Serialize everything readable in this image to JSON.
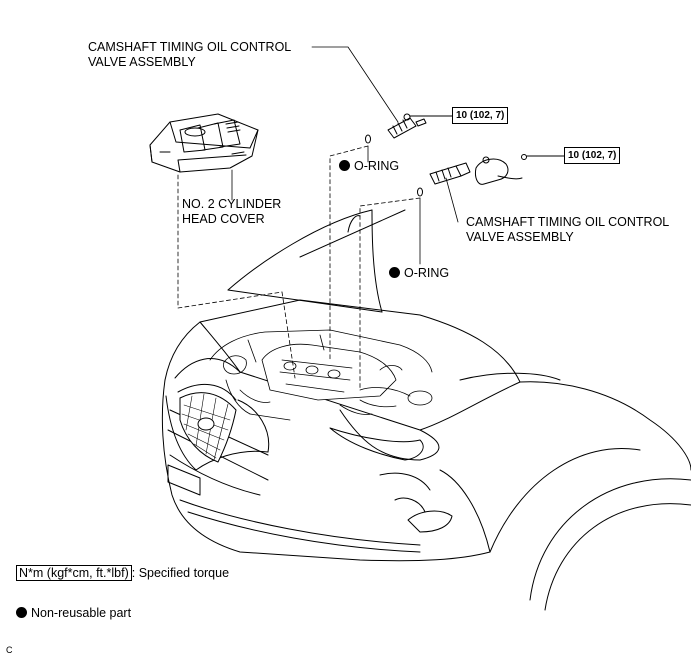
{
  "callouts": {
    "valve_upper": [
      "CAMSHAFT TIMING OIL CONTROL",
      "VALVE ASSEMBLY"
    ],
    "valve_lower": [
      "CAMSHAFT TIMING OIL CONTROL",
      "VALVE ASSEMBLY"
    ],
    "head_cover": [
      "NO. 2 CYLINDER",
      "HEAD COVER"
    ],
    "o_ring_upper": "O-RING",
    "o_ring_lower": "O-RING"
  },
  "torque": {
    "upper": "10 (102, 7)",
    "lower": "10 (102, 7)"
  },
  "legend": {
    "torque_unit": "N*m (kgf*cm, ft.*lbf)",
    "torque_desc": ": Specified torque",
    "non_reusable": "Non-reusable part"
  },
  "corner_code": "C"
}
